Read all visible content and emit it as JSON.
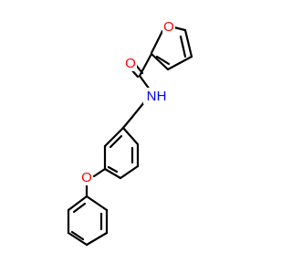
{
  "atoms": {
    "furan_oxygen": {
      "symbol": "O",
      "color": "#ff0000"
    },
    "carbonyl_oxygen": {
      "symbol": "O",
      "color": "#ff0000"
    },
    "amide_nitrogen": {
      "symbol": "N",
      "color": "#0000ff"
    },
    "amide_hydrogen": {
      "symbol": "H",
      "color": "#0000ff"
    },
    "ether_oxygen": {
      "symbol": "O",
      "color": "#ff0000"
    }
  },
  "bond_color": "#000000",
  "background": "#ffffff"
}
